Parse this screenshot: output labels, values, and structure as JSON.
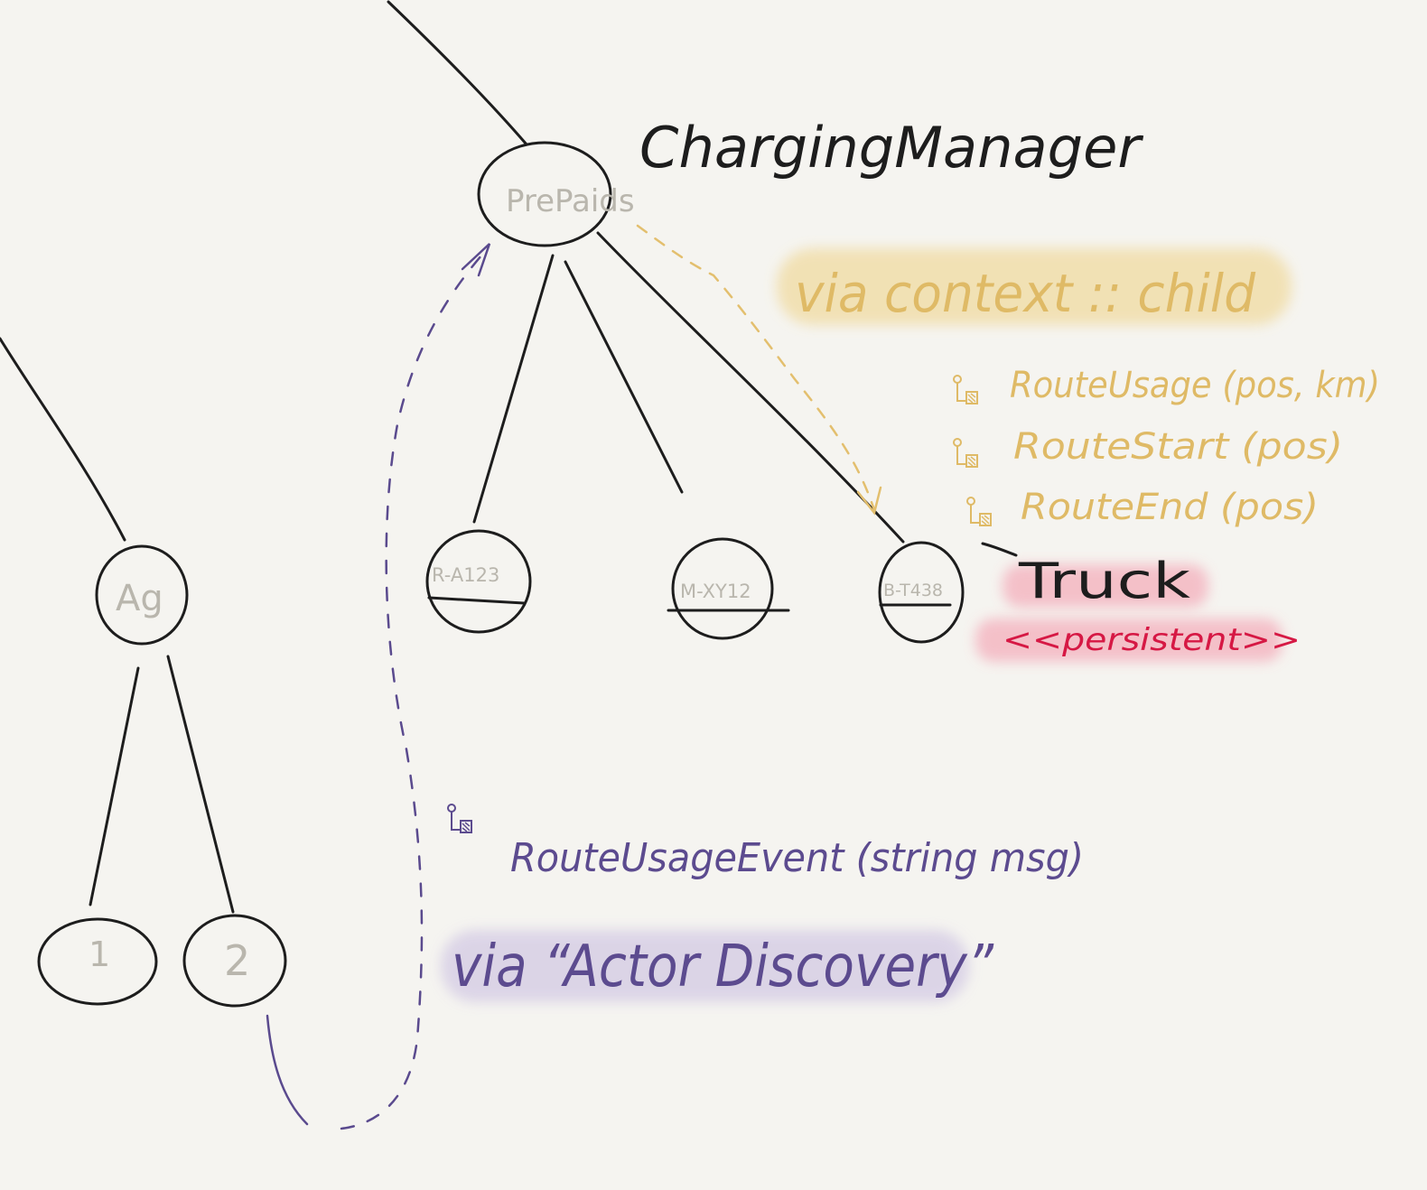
{
  "title": "ChargingManager",
  "nodes": {
    "prepaids": "PrePaids",
    "r_a": "R-A123",
    "m_x": "M-XY12",
    "b_t": "B-T438",
    "ag": "Ag",
    "child1": "1",
    "child2": "2"
  },
  "annotations": {
    "via_context_child": "via context :: child",
    "messages": [
      "RouteUsage (pos, km)",
      "RouteStart (pos)",
      "RouteEnd (pos)"
    ],
    "truck": "Truck",
    "persistent": "<<persistent>>",
    "route_usage_event": "RouteUsageEvent (string msg)",
    "via_actor_discovery": "via “Actor Discovery”"
  },
  "colors": {
    "background": "#f5f4f0",
    "ink": "#1d1d1d",
    "node_label": "#b9b6ad",
    "gold": "#dfba66",
    "gold_highlight": "#f1deaa",
    "purple": "#5c4b8f",
    "purple_highlight": "#d9d1e6",
    "red": "#d61844",
    "pink_highlight": "#f4b7c2"
  },
  "icons": [
    "message-icon"
  ]
}
